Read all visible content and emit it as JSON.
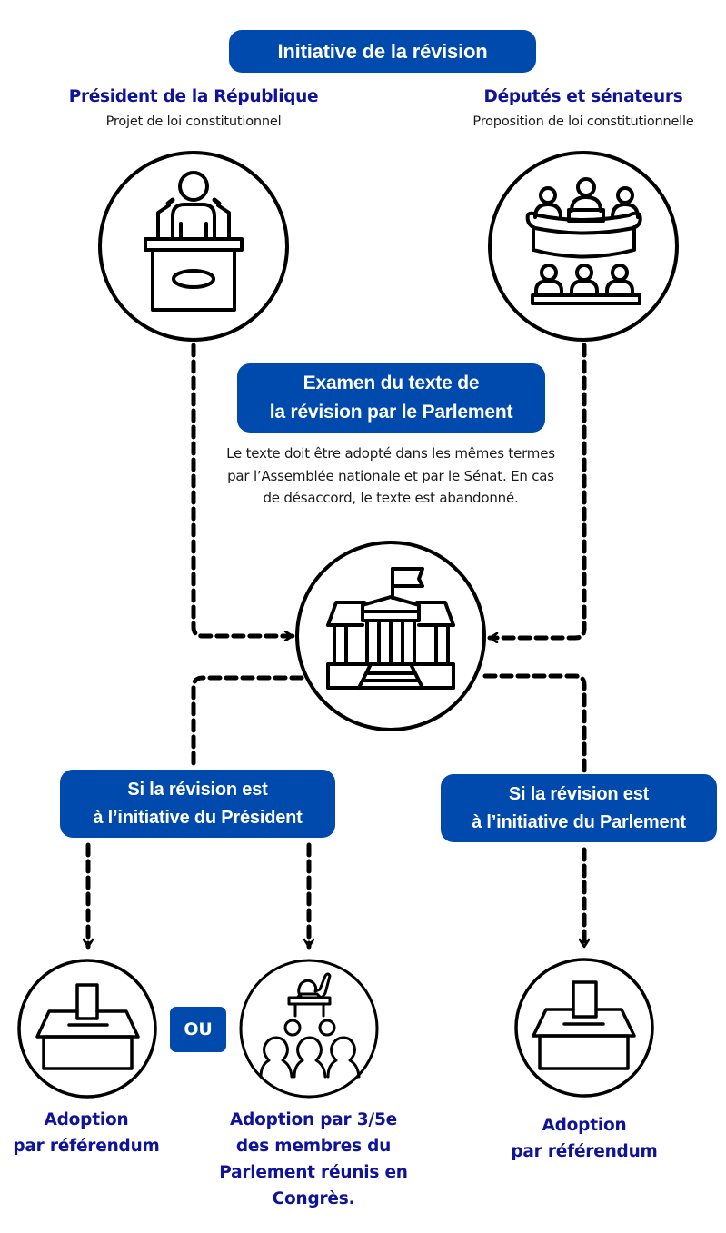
{
  "header": {
    "title": "Initiative de la révision"
  },
  "initiators": [
    {
      "title": "Président de la République",
      "subtitle": "Projet de loi constitutionnel",
      "icon": "president-podium-icon"
    },
    {
      "title": "Députés et sénateurs",
      "subtitle": "Proposition de loi constitutionnelle",
      "icon": "assembly-icon"
    }
  ],
  "examination": {
    "title_lines": [
      "Examen du texte de",
      "la révision par le Parlement"
    ],
    "description": "Le texte doit être adopté dans les mêmes termes par l’Assemblée nationale et par le Sénat. En cas de désaccord, le texte est abandonné.",
    "icon": "parliament-building-icon"
  },
  "branches": [
    {
      "title_lines": [
        "Si la révision est",
        "à l’initiative du Président"
      ],
      "outcomes": [
        {
          "caption_lines": [
            "Adoption",
            "par référendum"
          ],
          "icon": "ballot-box-icon"
        },
        {
          "caption_lines": [
            "Adoption par 3/5e",
            "des membres du",
            "Parlement réunis en",
            "Congrès."
          ],
          "icon": "congress-assembly-icon"
        }
      ],
      "separator": "OU"
    },
    {
      "title_lines": [
        "Si la révision est",
        "à l’initiative du Parlement"
      ],
      "outcomes": [
        {
          "caption_lines": [
            "Adoption",
            "par référendum"
          ],
          "icon": "ballot-box-icon"
        }
      ]
    }
  ],
  "colors": {
    "box_blue": "#004aad",
    "heading_navy": "#0e1399",
    "line_black": "#000000",
    "text_dark": "#1a1a1a"
  }
}
